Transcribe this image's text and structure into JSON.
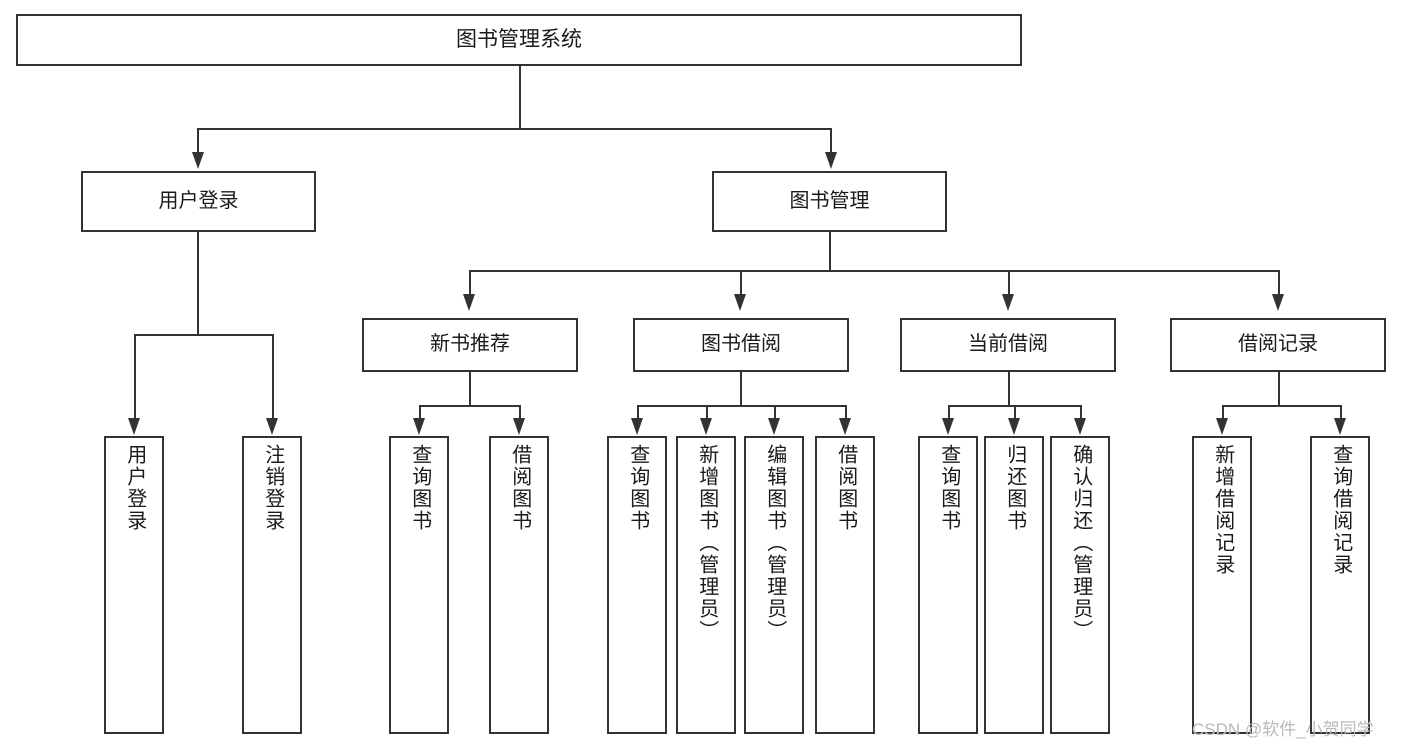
{
  "diagram": {
    "type": "tree",
    "title": "图书管理系统",
    "root": {
      "label": "图书管理系统"
    },
    "level2": [
      {
        "label": "用户登录"
      },
      {
        "label": "图书管理"
      }
    ],
    "level3": [
      {
        "label": "新书推荐"
      },
      {
        "label": "图书借阅"
      },
      {
        "label": "当前借阅"
      },
      {
        "label": "借阅记录"
      }
    ],
    "leaves": [
      {
        "label": "用户登录"
      },
      {
        "label": "注销登录"
      },
      {
        "label": "查询图书"
      },
      {
        "label": "借阅图书"
      },
      {
        "label": "查询图书"
      },
      {
        "label": "新增图书（管理员）"
      },
      {
        "label": "编辑图书（管理员）"
      },
      {
        "label": "借阅图书"
      },
      {
        "label": "查询图书"
      },
      {
        "label": "归还图书"
      },
      {
        "label": "确认归还（管理员）"
      },
      {
        "label": "新增借阅记录"
      },
      {
        "label": "查询借阅记录"
      }
    ],
    "structure": {
      "图书管理系统": [
        "用户登录",
        "图书管理"
      ],
      "用户登录": [
        "用户登录",
        "注销登录"
      ],
      "图书管理": [
        "新书推荐",
        "图书借阅",
        "当前借阅",
        "借阅记录"
      ],
      "新书推荐": [
        "查询图书",
        "借阅图书"
      ],
      "图书借阅": [
        "查询图书",
        "新增图书（管理员）",
        "编辑图书（管理员）",
        "借阅图书"
      ],
      "当前借阅": [
        "查询图书",
        "归还图书",
        "确认归还（管理员）"
      ],
      "借阅记录": [
        "新增借阅记录",
        "查询借阅记录"
      ]
    },
    "watermark": "CSDN @软件_小贺同学",
    "colors": {
      "stroke": "#333333",
      "fill": "#ffffff",
      "text": "#1a1a1a",
      "watermark": "#b9b9b9"
    }
  }
}
